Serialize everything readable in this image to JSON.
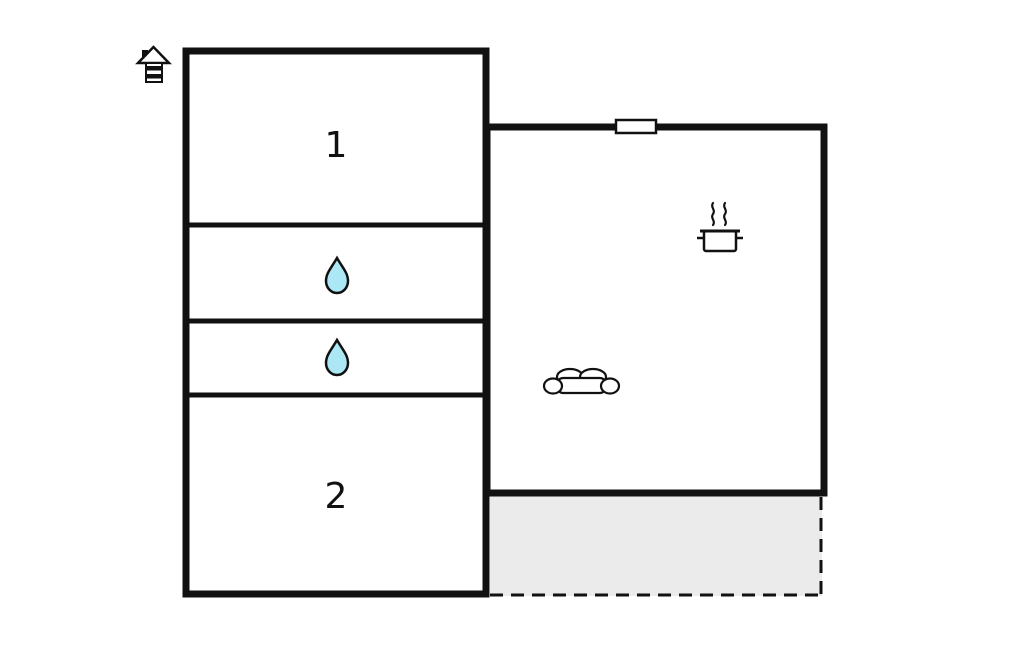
{
  "plan": {
    "rooms": [
      {
        "name": "room-1",
        "label": "1"
      },
      {
        "name": "room-2",
        "label": "2"
      }
    ],
    "icons": [
      "well-icon",
      "water-drop-icon",
      "water-drop-icon",
      "window",
      "cooking-pot-icon",
      "sofa-icon"
    ],
    "areas": [
      "terrace"
    ],
    "colors": {
      "wall": "#111111",
      "water_drop": "#ace7f5",
      "terrace": "#ebebeb",
      "background": "#ffffff"
    }
  }
}
